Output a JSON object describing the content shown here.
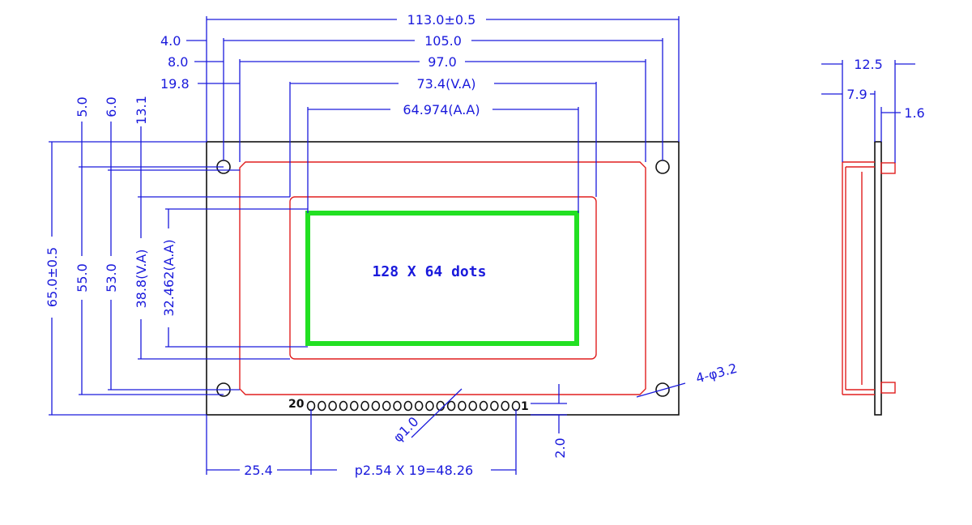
{
  "dimensions": {
    "overall_width": "113.0±0.5",
    "hole_pitch_width": "105.0",
    "bezel_width": "97.0",
    "viewing_area_width": "73.4(V.A)",
    "active_area_width": "64.974(A.A)",
    "hole_offset_x": "4.0",
    "bezel_offset_x": "8.0",
    "va_offset_x": "19.8",
    "hole_offset_y": "5.0",
    "bezel_offset_y": "6.0",
    "va_offset_y": "13.1",
    "overall_height": "65.0±0.5",
    "hole_pitch_height": "55.0",
    "bezel_height": "53.0",
    "viewing_area_height": "38.8(V.A)",
    "active_area_height": "32.462(A.A)",
    "mounting_holes": "4-φ3.2",
    "pin_diameter": "φ1.0",
    "pin_edge_offset": "2.0",
    "pin_first_offset": "25.4",
    "pin_pitch": "p2.54 X 19=48.26",
    "side_thickness_total": "12.5",
    "side_module_depth": "7.9",
    "side_pcb_thickness": "1.6"
  },
  "display": {
    "resolution_label": "128 X 64 dots"
  },
  "pins": {
    "first_label": "20",
    "last_label": "1",
    "count": 20
  },
  "colors": {
    "dimension": "#1a1adc",
    "outline": "#111111",
    "bezel": "#e01e1e",
    "active_area": "#22e022"
  }
}
